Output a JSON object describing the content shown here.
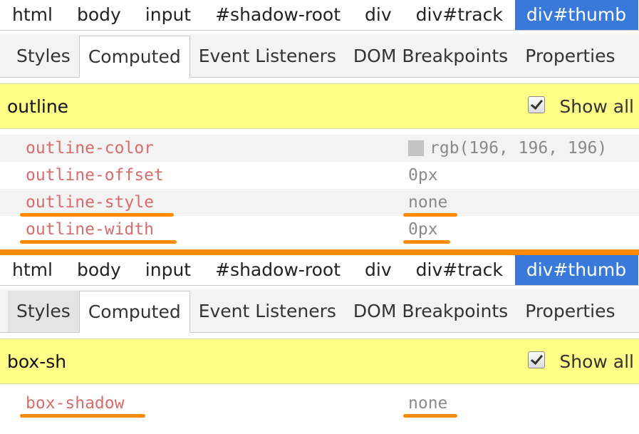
{
  "accent_color": "#ff8a00",
  "selected_color": "#3879d9",
  "panels": [
    {
      "breadcrumb": [
        "html",
        "body",
        "input",
        "#shadow-root",
        "div",
        "div#track",
        "div#thumb"
      ],
      "selected_crumb": "div#thumb",
      "tabs": [
        "Styles",
        "Computed",
        "Event Listeners",
        "DOM Breakpoints",
        "Properties"
      ],
      "active_tab": "Computed",
      "filter_text": "outline",
      "show_all_label": "Show all",
      "show_all_checked": true,
      "properties": [
        {
          "name": "outline-color",
          "value": "rgb(196, 196, 196)",
          "swatch": "#c4c4c4",
          "highlighted": false
        },
        {
          "name": "outline-offset",
          "value": "0px",
          "highlighted": false
        },
        {
          "name": "outline-style",
          "value": "none",
          "highlighted": true
        },
        {
          "name": "outline-width",
          "value": "0px",
          "highlighted": true
        }
      ]
    },
    {
      "breadcrumb": [
        "html",
        "body",
        "input",
        "#shadow-root",
        "div",
        "div#track",
        "div#thumb"
      ],
      "selected_crumb": "div#thumb",
      "tabs": [
        "Styles",
        "Computed",
        "Event Listeners",
        "DOM Breakpoints",
        "Properties"
      ],
      "active_tab": "Computed",
      "hover_tab": "Styles",
      "filter_text": "box-sh",
      "show_all_label": "Show all",
      "show_all_checked": true,
      "properties": [
        {
          "name": "box-shadow",
          "value": "none",
          "highlighted": true
        }
      ]
    }
  ]
}
